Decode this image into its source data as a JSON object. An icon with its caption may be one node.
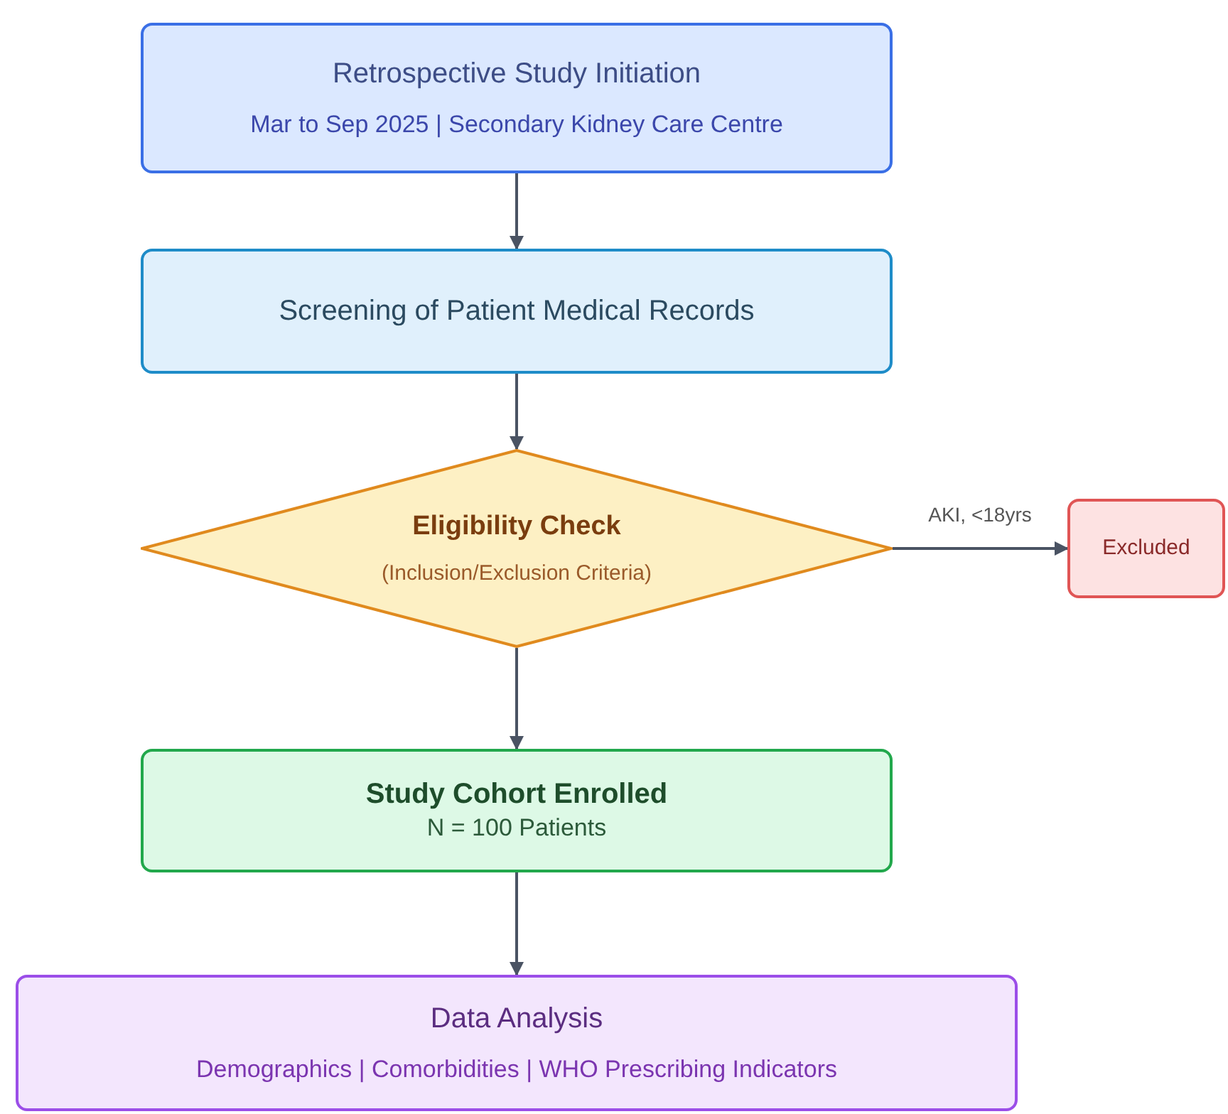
{
  "diagram": {
    "nodes": [
      {
        "text": [
          "Retrospective Study Initiation",
          "Mar to Sep 2025 | Secondary Kidney Care Centre"
        ]
      },
      {
        "text": [
          "Screening of Patient Medical Records"
        ]
      },
      {
        "text": [
          "Eligibility Check",
          "(Inclusion/Exclusion Criteria)"
        ]
      },
      {
        "text": [
          "Excluded"
        ]
      },
      {
        "text": [
          "Study Cohort Enrolled",
          "N = 100 Patients"
        ]
      },
      {
        "text": [
          "Data Analysis",
          "Demographics | Comorbidities | WHO Prescribing Indicators"
        ]
      }
    ],
    "edges": [
      {
        "from": 0,
        "to": 1,
        "arrow": "to"
      },
      {
        "from": 1,
        "to": 2,
        "arrow": "to"
      },
      {
        "from": 2,
        "to": 3,
        "arrow": "to",
        "label": "AKI, <18yrs"
      },
      {
        "from": 2,
        "to": 4,
        "arrow": "to"
      },
      {
        "from": 4,
        "to": 5,
        "arrow": "to"
      }
    ]
  }
}
